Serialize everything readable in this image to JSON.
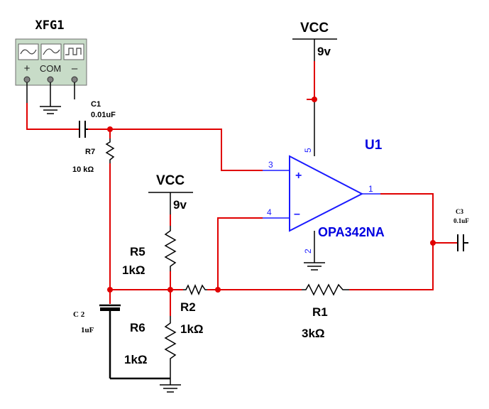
{
  "colors": {
    "wire_red": "#e00000",
    "wire_black": "#000000",
    "wire_blue": "#1a1aff",
    "label_blue": "#0000e0",
    "gen_fill": "#c8dcc8"
  },
  "generator": {
    "name": "XFG1",
    "plus": "+",
    "com": "COM",
    "minus": "–",
    "icons": [
      "sine-wave-icon",
      "triangle-wave-icon",
      "square-wave-icon"
    ]
  },
  "vcc_top": {
    "label": "VCC",
    "value": "9v"
  },
  "vcc_mid": {
    "label": "VCC",
    "value": "9v"
  },
  "opamp": {
    "ref": "U1",
    "model": "OPA342NA",
    "pin_in_plus": "3",
    "pin_in_minus": "4",
    "pin_out": "1",
    "pin_vcc": "5",
    "pin_gnd": "2",
    "sym_plus": "+",
    "sym_minus": "–"
  },
  "components": {
    "c1": {
      "ref": "C1",
      "value": "0.01uF"
    },
    "r7": {
      "ref": "R7",
      "value": "10 kΩ"
    },
    "r5": {
      "ref": "R5",
      "value": "1kΩ"
    },
    "r6": {
      "ref": "R6",
      "value": "1kΩ"
    },
    "r2": {
      "ref": "R2",
      "value": "1kΩ"
    },
    "r1": {
      "ref": "R1",
      "value": "3kΩ"
    },
    "c2": {
      "ref": "C 2",
      "value": "1uF"
    },
    "c3": {
      "ref": "C3",
      "value": "0.1uF"
    }
  }
}
